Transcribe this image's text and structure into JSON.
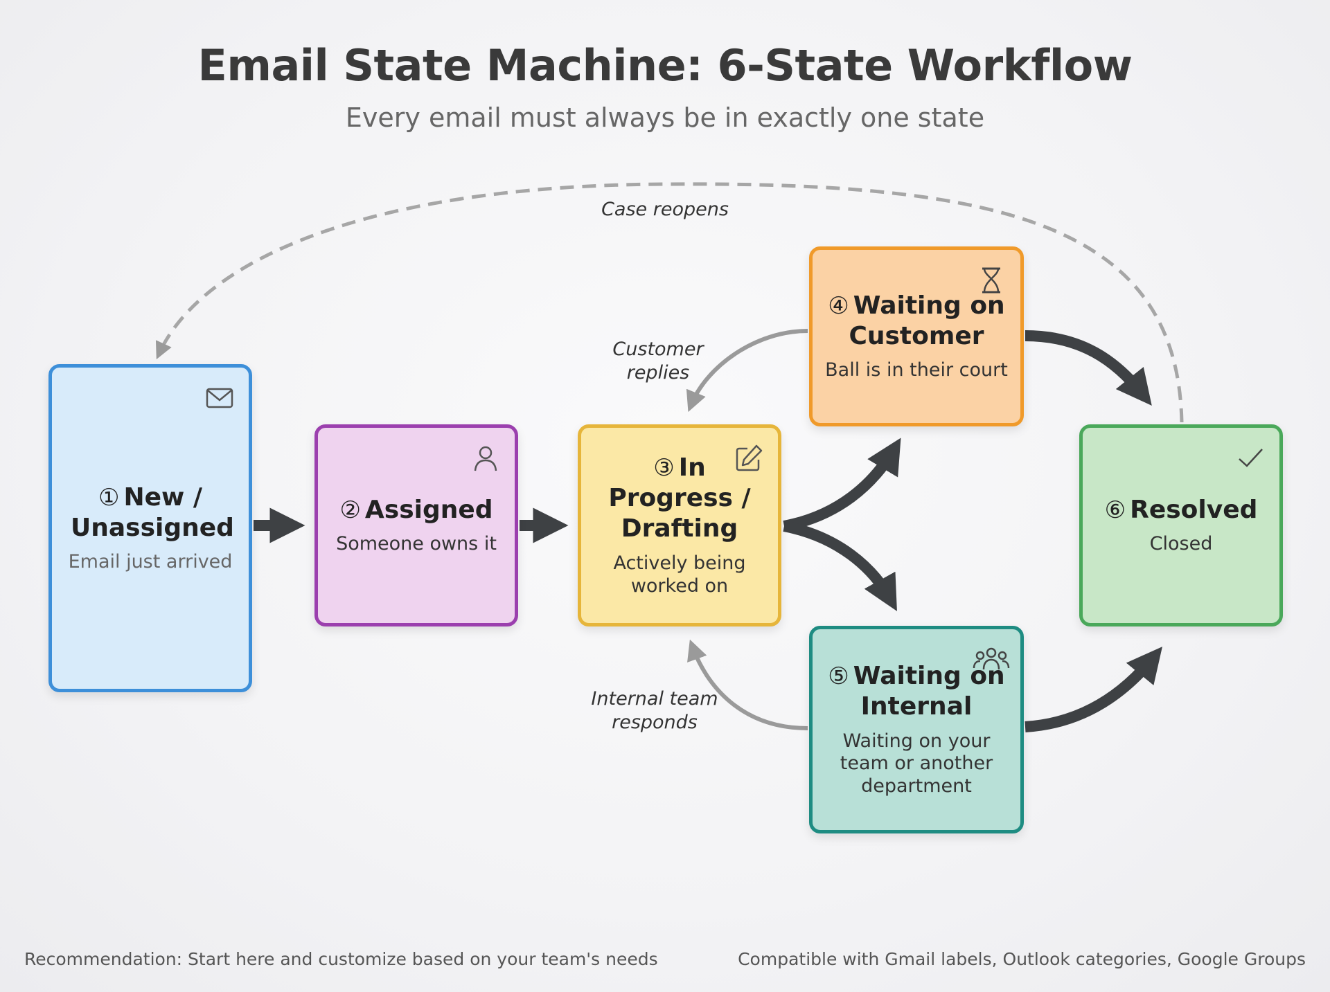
{
  "title": "Email State Machine: 6-State Workflow",
  "subtitle": "Every email must always be in exactly one state",
  "states": [
    {
      "num": "①",
      "name": "New / Unassigned",
      "desc": "Email just arrived",
      "icon": "envelope-icon",
      "color": "#3d8fd9",
      "fill": "#d8ebfa"
    },
    {
      "num": "②",
      "name": "Assigned",
      "desc": "Someone owns it",
      "icon": "person-icon",
      "color": "#9b3fae",
      "fill": "#efd3ef"
    },
    {
      "num": "③",
      "name": "In Progress / Drafting",
      "desc": "Actively being worked on",
      "icon": "edit-icon",
      "color": "#e6b53a",
      "fill": "#fbe8a6"
    },
    {
      "num": "④",
      "name": "Waiting on Customer",
      "desc": "Ball is in their court",
      "icon": "hourglass-icon",
      "color": "#f09a2a",
      "fill": "#fbd2a5"
    },
    {
      "num": "⑤",
      "name": "Waiting on Internal",
      "desc": "Waiting on your team or another department",
      "icon": "group-icon",
      "color": "#1e8c82",
      "fill": "#b8e0d7"
    },
    {
      "num": "⑥",
      "name": "Resolved",
      "desc": "Closed",
      "icon": "checkmark-icon",
      "color": "#4aa85a",
      "fill": "#c8e7c7"
    }
  ],
  "edge_labels": {
    "reopen": "Case reopens",
    "customer_replies_1": "Customer",
    "customer_replies_2": "replies",
    "internal_responds_1": "Internal team",
    "internal_responds_2": "responds"
  },
  "footer": {
    "left": "Recommendation: Start here and customize based on your team's needs",
    "right": "Compatible with Gmail labels, Outlook categories, Google Groups"
  }
}
